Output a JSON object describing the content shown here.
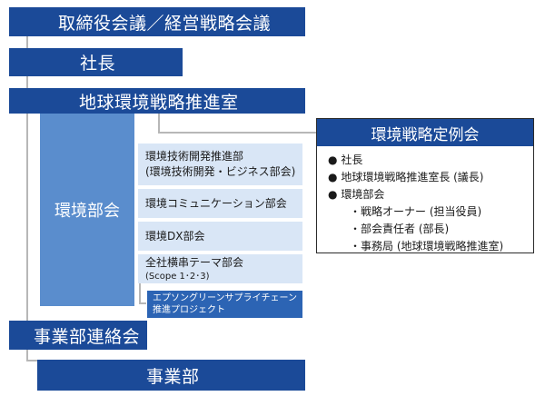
{
  "org": {
    "board": "取締役会議／経営戦略会議",
    "president": "社長",
    "office": "地球環境戦略推進室",
    "env_dept": "環境部会",
    "subgroups": {
      "tech": {
        "line1": "環境技術開発推進部",
        "line2": "(環境技術開発・ビジネス部会)"
      },
      "comm": "環境コミュニケーション部会",
      "dx": "環境DX部会",
      "theme": {
        "line1": "全社横串テーマ部会",
        "line2": "(Scope 1･2･3)"
      },
      "epson": {
        "line1": "エプソングリーンサプライチェーン",
        "line2": "推進プロジェクト"
      }
    },
    "liaison": "事業部連絡会",
    "business": "事業部"
  },
  "regular_meeting": {
    "title": "環境戦略定例会",
    "bullet": "●",
    "items": [
      "社長",
      "地球環境戦略推進室長 (議長)",
      "環境部会"
    ],
    "sub_items": [
      "・戦略オーナー (担当役員)",
      "・部会責任者 (部長)",
      "・事務局 (地球環境戦略推進室)"
    ]
  },
  "colors": {
    "navy": "#1b4a98",
    "mid_blue": "#5a8dcd",
    "light_blue": "#d9e6f6",
    "epson_blue": "#2c64b4",
    "connector_gray": "#b7b7b7"
  }
}
